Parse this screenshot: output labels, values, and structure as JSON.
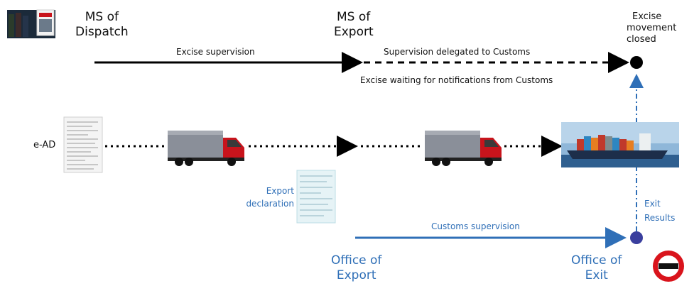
{
  "dispatch": {
    "title_line1": "MS of",
    "title_line2": "Dispatch"
  },
  "export": {
    "title_line1": "MS of",
    "title_line2": "Export"
  },
  "closed": {
    "line1": "Excise",
    "line2": "movement",
    "line3": "closed"
  },
  "arrows": {
    "excise_supervision": "Excise supervision",
    "delegated": "Supervision delegated to Customs",
    "waiting": "Excise waiting for notifications from Customs",
    "customs_supervision": "Customs supervision",
    "exit_results_line1": "Exit",
    "exit_results_line2": "Results"
  },
  "ead": {
    "label": "e-AD"
  },
  "export_declaration": {
    "line1": "Export",
    "line2": "declaration"
  },
  "office_export": {
    "line1": "Office of",
    "line2": "Export"
  },
  "office_exit": {
    "line1": "Office of",
    "line2": "Exit"
  },
  "colors": {
    "black": "#000000",
    "blue": "#2f6fb7",
    "truck_red": "#c8141c",
    "trailer": "#8a8f99",
    "node_blue": "#3a3f9e"
  }
}
